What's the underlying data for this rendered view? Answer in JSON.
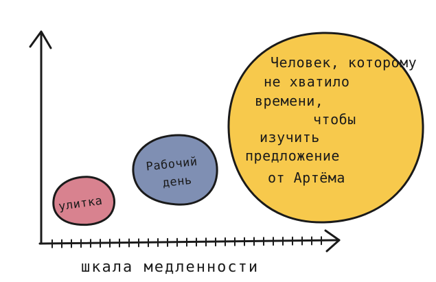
{
  "chart_data": {
    "type": "scatter",
    "xlabel": "шкала медленности",
    "ylabel": "",
    "title": "",
    "grid": false,
    "legend": "none",
    "points": [
      {
        "label": [
          "улитка"
        ],
        "x": 1,
        "size": 1,
        "color": "#d8828f"
      },
      {
        "label": [
          "Рабочий",
          "день"
        ],
        "x": 2,
        "size": 1.5,
        "color": "#7f8fb3"
      },
      {
        "label": [
          "Человек, которому",
          "не хватило",
          "времени,",
          "чтобы",
          "изучить",
          "предложение",
          "от Артёма"
        ],
        "x": 3,
        "size": 3.6,
        "color": "#f7c94c"
      }
    ]
  }
}
